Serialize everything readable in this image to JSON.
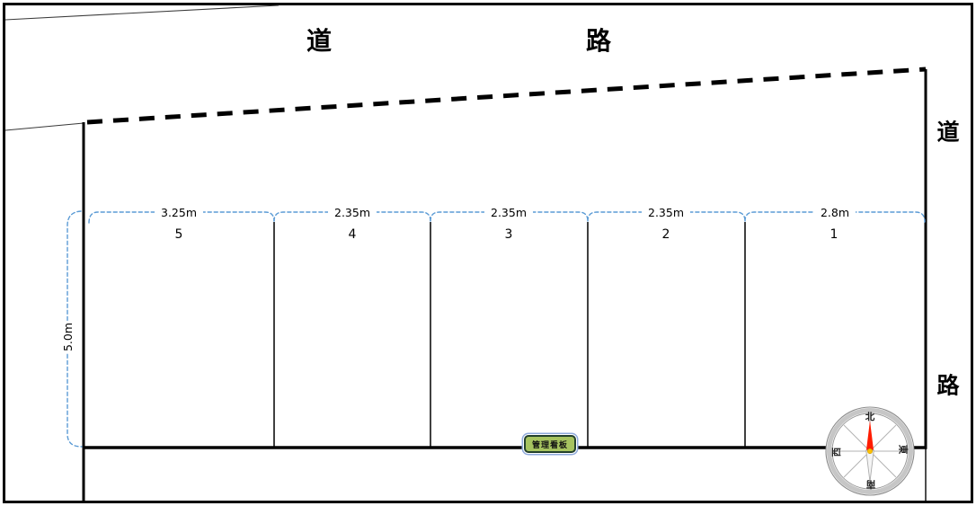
{
  "roads": {
    "top_left": "道",
    "top_right": "路",
    "right_top": "道",
    "right_bottom": "路"
  },
  "spaces": [
    {
      "number": "5",
      "width_label": "3.25m"
    },
    {
      "number": "4",
      "width_label": "2.35m"
    },
    {
      "number": "3",
      "width_label": "2.35m"
    },
    {
      "number": "2",
      "width_label": "2.35m"
    },
    {
      "number": "1",
      "width_label": "2.8m"
    }
  ],
  "depth": {
    "label": "5.0m"
  },
  "sign": {
    "label": "管理看板"
  },
  "compass": {
    "north": "北",
    "south": "南",
    "east": "東",
    "west": "西"
  },
  "colors": {
    "dim-blue": "#5b9bd5",
    "sign-green": "#a6c360",
    "sign-border": "#23402c",
    "sign-ring": "#8faadc",
    "needle-red": "#ff1c00",
    "center-yellow": "#ffc000",
    "ring-gray": "#c6c6c6",
    "line-black": "#000000"
  }
}
